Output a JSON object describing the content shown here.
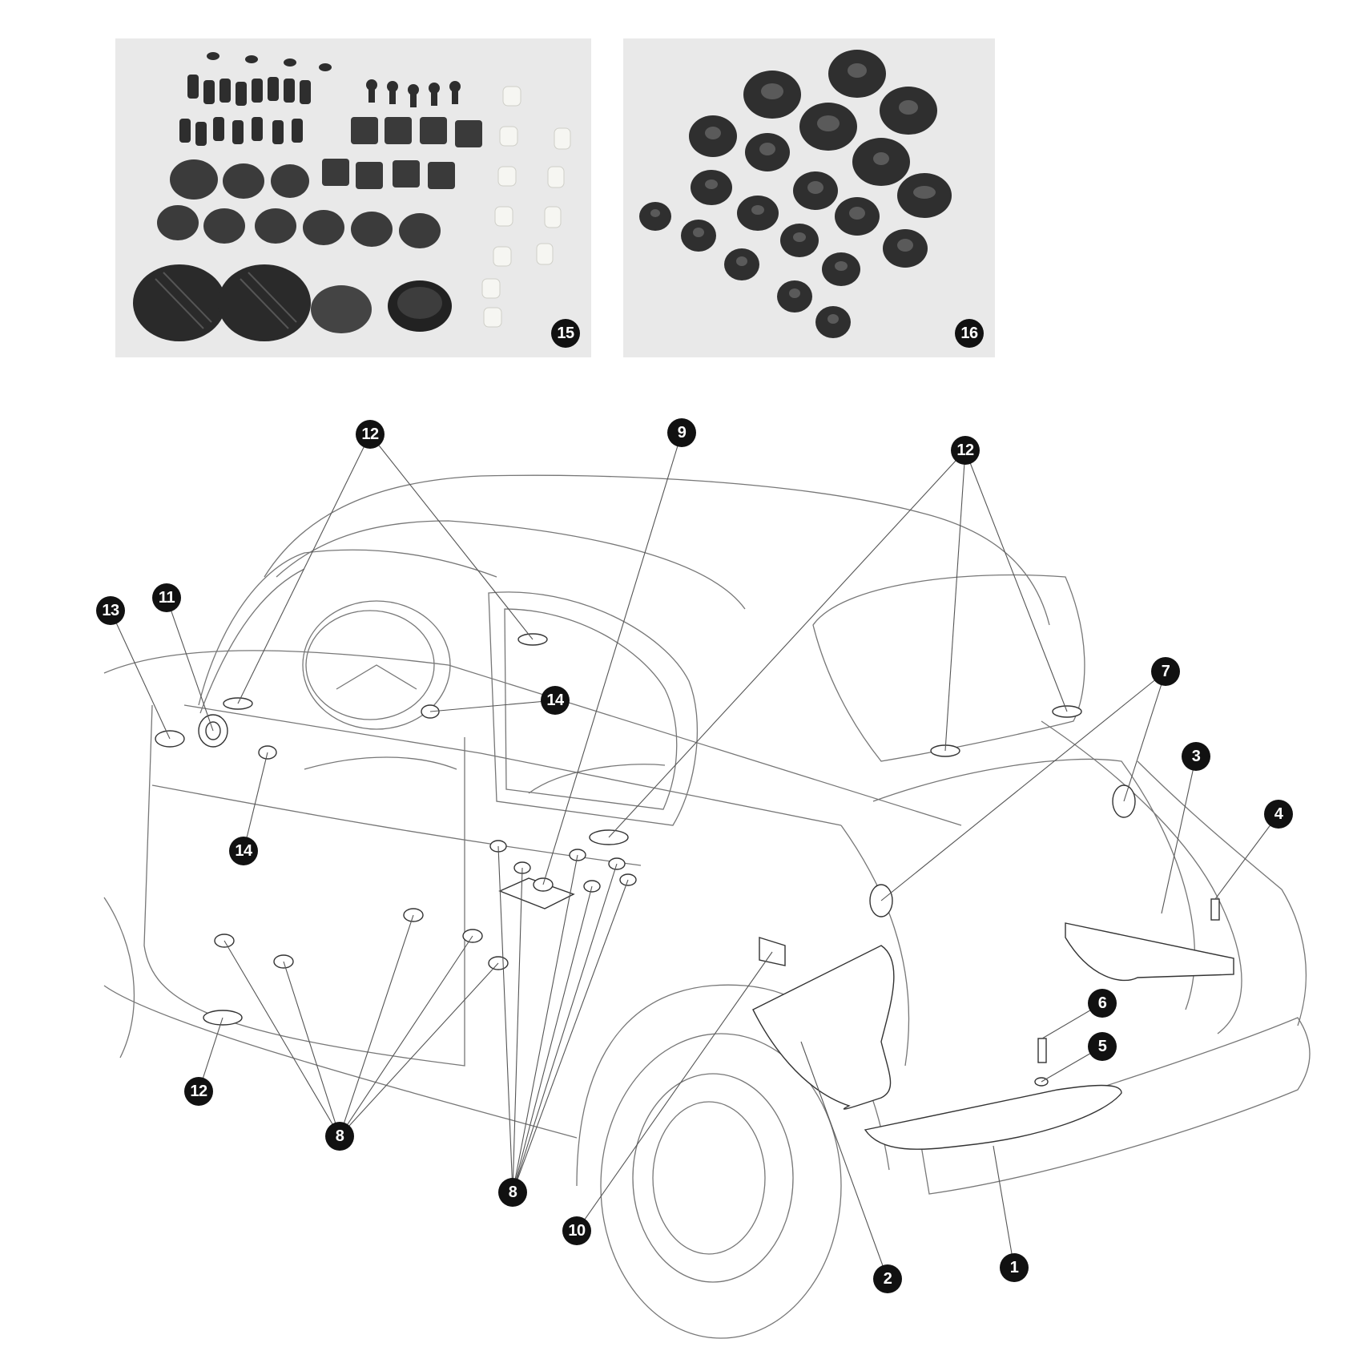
{
  "photos": [
    {
      "label": "15"
    },
    {
      "label": "16"
    }
  ],
  "callouts": [
    {
      "id": "c12a",
      "label": "12"
    },
    {
      "id": "c9",
      "label": "9"
    },
    {
      "id": "c12b",
      "label": "12"
    },
    {
      "id": "c13",
      "label": "13"
    },
    {
      "id": "c11",
      "label": "11"
    },
    {
      "id": "c14a",
      "label": "14"
    },
    {
      "id": "c7",
      "label": "7"
    },
    {
      "id": "c3",
      "label": "3"
    },
    {
      "id": "c4",
      "label": "4"
    },
    {
      "id": "c14b",
      "label": "14"
    },
    {
      "id": "c6",
      "label": "6"
    },
    {
      "id": "c5",
      "label": "5"
    },
    {
      "id": "c12c",
      "label": "12"
    },
    {
      "id": "c8a",
      "label": "8"
    },
    {
      "id": "c8b",
      "label": "8"
    },
    {
      "id": "c10",
      "label": "10"
    },
    {
      "id": "c2",
      "label": "2"
    },
    {
      "id": "c1",
      "label": "1"
    }
  ]
}
